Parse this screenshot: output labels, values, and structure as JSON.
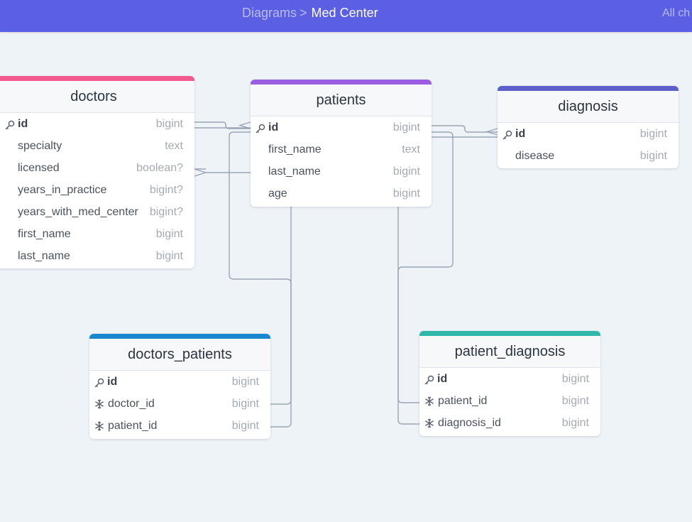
{
  "header": {
    "breadcrumb_root": "Diagrams",
    "breadcrumb_separator": ">",
    "breadcrumb_current": "Med Center",
    "right_text": "All ch"
  },
  "tables": {
    "doctors": {
      "name": "doctors",
      "color": "#f2598e",
      "columns": [
        {
          "name": "id",
          "type": "bigint",
          "key": "pk"
        },
        {
          "name": "specialty",
          "type": "text",
          "key": ""
        },
        {
          "name": "licensed",
          "type": "boolean?",
          "key": ""
        },
        {
          "name": "years_in_practice",
          "type": "bigint?",
          "key": ""
        },
        {
          "name": "years_with_med_center",
          "type": "bigint?",
          "key": ""
        },
        {
          "name": "first_name",
          "type": "bigint",
          "key": ""
        },
        {
          "name": "last_name",
          "type": "bigint",
          "key": ""
        }
      ]
    },
    "patients": {
      "name": "patients",
      "color": "#9c5ee0",
      "columns": [
        {
          "name": "id",
          "type": "bigint",
          "key": "pk"
        },
        {
          "name": "first_name",
          "type": "text",
          "key": ""
        },
        {
          "name": "last_name",
          "type": "bigint",
          "key": ""
        },
        {
          "name": "age",
          "type": "bigint",
          "key": ""
        }
      ]
    },
    "diagnosis": {
      "name": "diagnosis",
      "color": "#5a5fc9",
      "columns": [
        {
          "name": "id",
          "type": "bigint",
          "key": "pk"
        },
        {
          "name": "disease",
          "type": "bigint",
          "key": ""
        }
      ]
    },
    "doctors_patients": {
      "name": "doctors_patients",
      "color": "#1a86d0",
      "columns": [
        {
          "name": "id",
          "type": "bigint",
          "key": "pk"
        },
        {
          "name": "doctor_id",
          "type": "bigint",
          "key": "fk"
        },
        {
          "name": "patient_id",
          "type": "bigint",
          "key": "fk"
        }
      ]
    },
    "patient_diagnosis": {
      "name": "patient_diagnosis",
      "color": "#2fb8a8",
      "columns": [
        {
          "name": "id",
          "type": "bigint",
          "key": "pk"
        },
        {
          "name": "patient_id",
          "type": "bigint",
          "key": "fk"
        },
        {
          "name": "diagnosis_id",
          "type": "bigint",
          "key": "fk"
        }
      ]
    }
  }
}
